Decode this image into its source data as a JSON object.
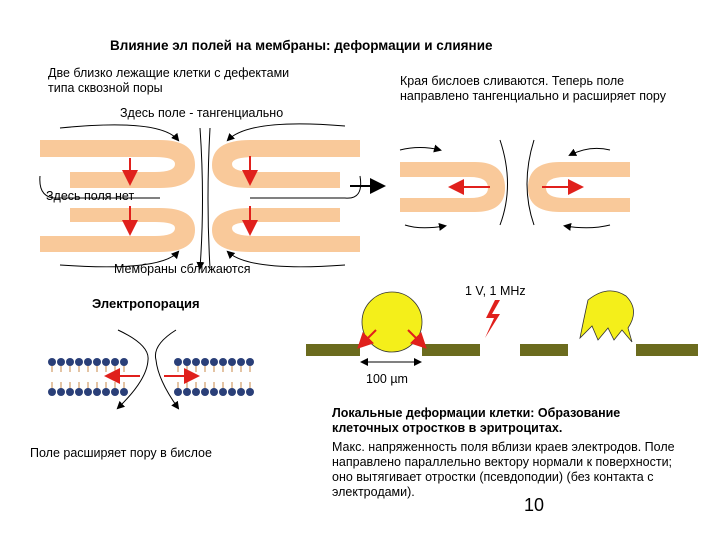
{
  "title": "Влияние эл полей на мембраны: деформации и слияние",
  "top_left": {
    "caption": "Две близко лежащие клетки с дефектами\nтипа сквозной поры",
    "tangential_label": "Здесь поле - тангенциально",
    "no_field_label": "Здесь поля нет",
    "membranes_label": "Мембраны сближаются"
  },
  "top_right": {
    "caption": "Края бислоев сливаются. Теперь поле\nнаправлено тангенциально и расширяет пору"
  },
  "electroporation": {
    "label": "Электропорация",
    "pore_caption": "Поле расширяет пору в бислое"
  },
  "electrodes": {
    "voltage_label": "1 V, 1 MHz",
    "scale_label": "100 µm"
  },
  "local_deformations": {
    "title": "Локальные деформации клетки: Образование клеточных отростков в эритроцитах.",
    "body": "Макс. напряженность поля вблизи краев электродов. Поле направлено параллельно вектору нормали к поверхности; оно вытягивает отростки (псевдоподии) (без контакта с электродами)."
  },
  "page_number": "10",
  "colors": {
    "membrane": "#f9c99a",
    "field_arrow": "#e0201c",
    "cell": "#f4ef1a",
    "electrode": "#6b6b1e",
    "lipid_head": "#2a3f78"
  }
}
